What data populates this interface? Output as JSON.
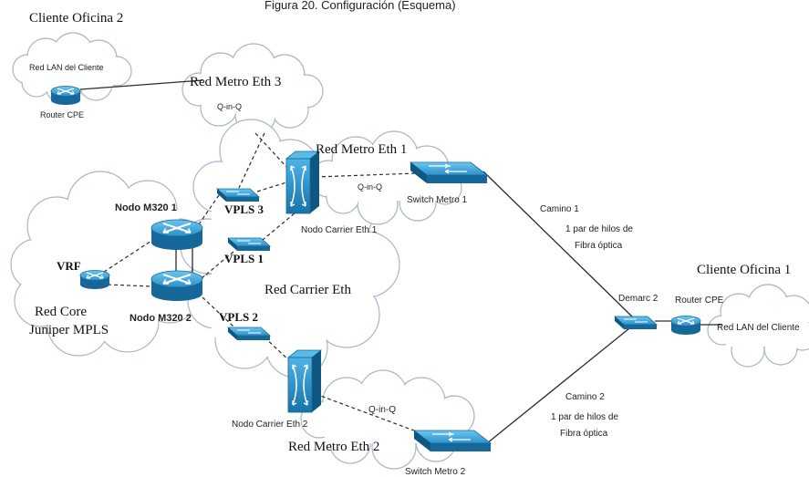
{
  "header": {
    "caption": "Figura 20. Configuración (Esquema)"
  },
  "sites": {
    "office2": "Cliente Oficina 2",
    "office1": "Cliente Oficina 1"
  },
  "clouds": {
    "lan_office2": "Red LAN del Cliente",
    "metro3": "Red Metro Eth 3",
    "metro1": "Red Metro Eth 1",
    "metro2": "Red Metro Eth 2",
    "carrier": "Red Carrier Eth",
    "core_line1": "Red Core",
    "core_line2": "Juniper MPLS",
    "lan_office1": "Red LAN del Cliente"
  },
  "devices": {
    "router_cpe_2": "Router CPE",
    "router_cpe_1": "Router CPE",
    "nodo_m320_1": "Nodo M320 1",
    "nodo_m320_2": "Nodo M320 2",
    "vrf": "VRF",
    "vpls3": "VPLS 3",
    "vpls1": "VPLS 1",
    "vpls2": "VPLS 2",
    "nodo_carrier_1": "Nodo Carrier Eth 1",
    "nodo_carrier_2": "Nodo Carrier Eth 2",
    "switch_metro_1": "Switch Metro 1",
    "switch_metro_2": "Switch Metro 2",
    "demarc": "Demarc 2"
  },
  "links": {
    "qinq_metro3": "Q-in-Q",
    "qinq_metro1": "Q-in-Q",
    "qinq_metro2": "Q-in-Q",
    "camino1": "Camino 1",
    "camino1_desc_1": "1 par de hilos de",
    "camino1_desc_2": "Fibra óptica",
    "camino2": "Camino 2",
    "camino2_desc_1": "1 par de hilos de",
    "camino2_desc_2": "Fibra óptica"
  },
  "colors": {
    "device_blue": "#1f8fc9",
    "device_dark": "#146a9c",
    "cloud_stroke": "#a8b6c8"
  }
}
